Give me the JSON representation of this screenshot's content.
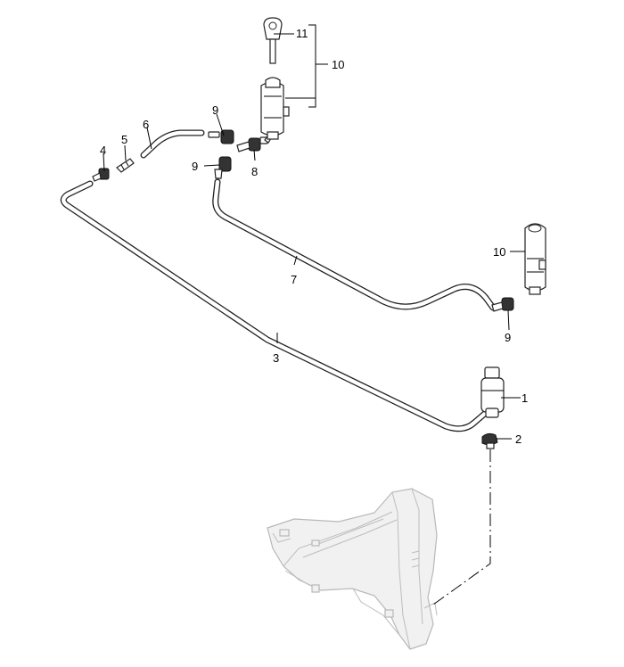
{
  "callouts": {
    "c1": "1",
    "c2": "2",
    "c3": "3",
    "c4": "4",
    "c5": "5",
    "c6": "6",
    "c7": "7",
    "c8": "8",
    "c9a": "9",
    "c9b": "9",
    "c9c": "9",
    "c10a": "10",
    "c10b": "10",
    "c11": "11"
  }
}
